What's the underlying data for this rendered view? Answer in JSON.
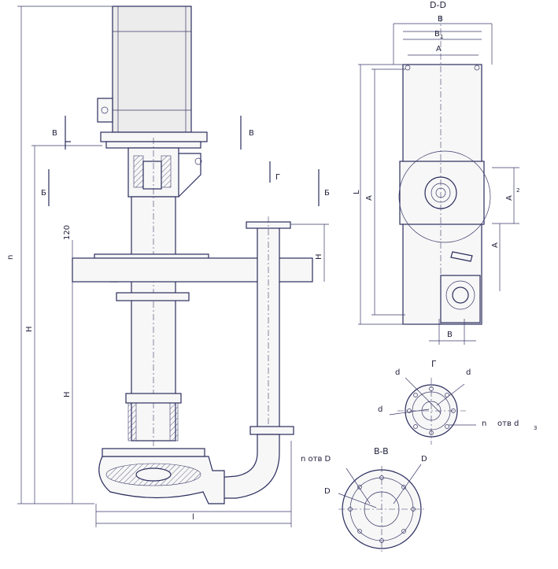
{
  "labels": {
    "section_dd": "D-D",
    "dim_B": "B",
    "dim_B1": "B",
    "sub_1": "1",
    "dim_A1_top": "A",
    "dim_L": "L",
    "dim_A": "A",
    "dim_A2": "A",
    "sub_2": "2",
    "dim_A1_side": "A",
    "dim_B2": "B",
    "view_G": "Г",
    "d": "d",
    "d2": "d",
    "d1": "d",
    "n1_otv": "n",
    "otv_d3": "отв d",
    "sub_3": "3",
    "section_vv": "B-B",
    "n_otv_D2": "n отв D",
    "D_big": "D",
    "D1": "D",
    "height_n": "n",
    "H1": "H",
    "H2": "H",
    "H3": "H",
    "dim_120": "120",
    "dim_l": "l",
    "arrow_B_left": "B",
    "arrow_B_right": "B",
    "arrow_Be_left": "Б",
    "arrow_Be_right": "Б",
    "arrow_G": "Г"
  }
}
